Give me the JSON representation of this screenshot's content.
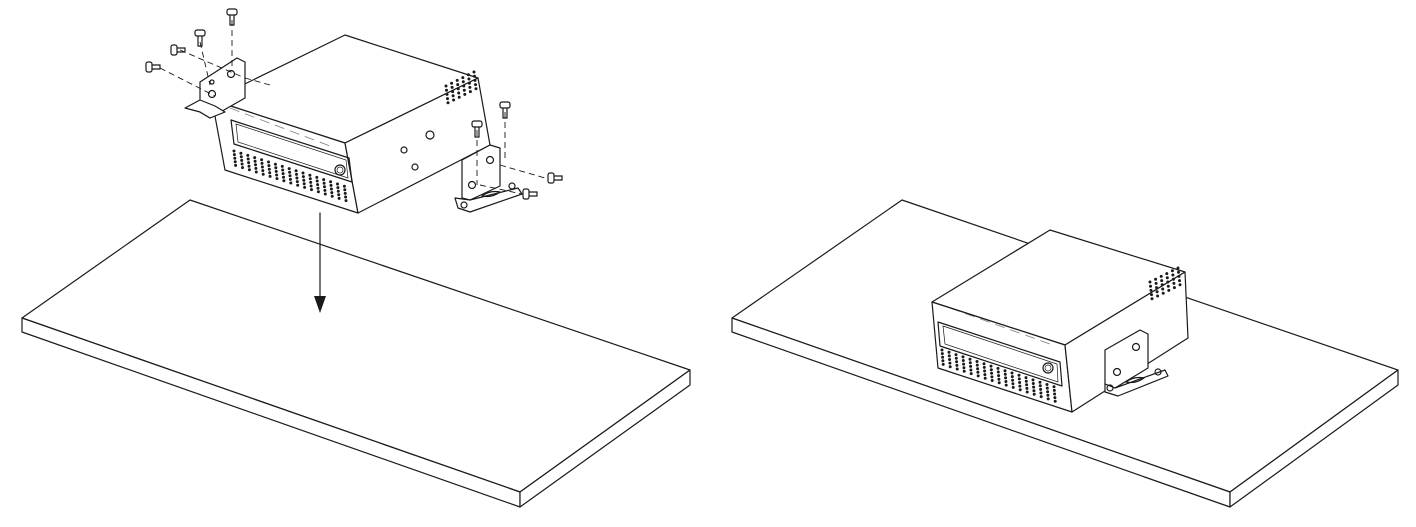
{
  "diagram": {
    "type": "installation-illustration",
    "steps": [
      {
        "id": "step-1",
        "description_shown": false,
        "parts": [
          "device",
          "bracket-left",
          "bracket-right",
          "screws",
          "shelf",
          "down-arrow"
        ]
      },
      {
        "id": "step-2",
        "description_shown": false,
        "parts": [
          "device",
          "bracket-right",
          "shelf"
        ]
      }
    ],
    "colors": {
      "line": "#1a1a1a",
      "background": "#ffffff",
      "fill": "#ffffff"
    },
    "vent_rows": 5,
    "vent_cols_front": 17,
    "vent_cols_side": 6
  }
}
